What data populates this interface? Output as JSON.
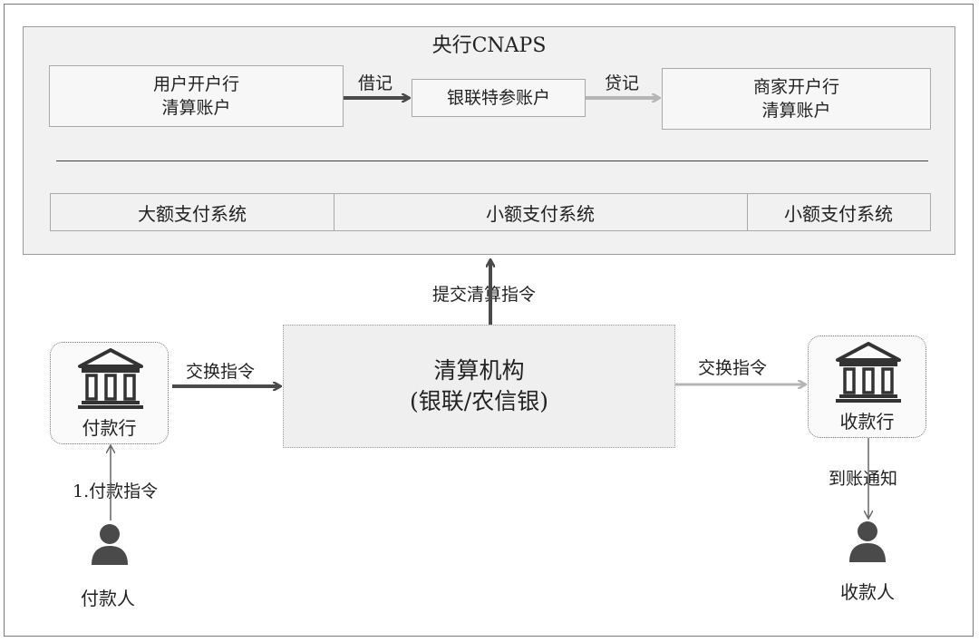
{
  "cnaps": {
    "title": "央行CNAPS",
    "payer_bank_account": "用户开户行\n清算账户",
    "unionpay_account": "银联特参账户",
    "merchant_bank_account": "商家开户行\n清算账户",
    "debit_label": "借记",
    "credit_label": "贷记",
    "systems": [
      "大额支付系统",
      "小额支付系统",
      "小额支付系统"
    ]
  },
  "clearing": {
    "line1": "清算机构",
    "line2": "(银联/农信银)",
    "submit_label": "提交清算指令"
  },
  "payer_bank": {
    "label": "付款行",
    "exchange_label": "交换指令"
  },
  "payee_bank": {
    "label": "收款行",
    "exchange_label": "交换指令"
  },
  "payer": {
    "label": "付款人",
    "instruction_label": "1.付款指令"
  },
  "payee": {
    "label": "收款人",
    "notice_label": "到账通知"
  },
  "colors": {
    "dark_arrow": "#4a4a4a",
    "light_arrow": "#b5b5b5",
    "panel_bg": "#f1f1f1"
  },
  "icons": [
    "bank-building-icon",
    "person-icon"
  ]
}
